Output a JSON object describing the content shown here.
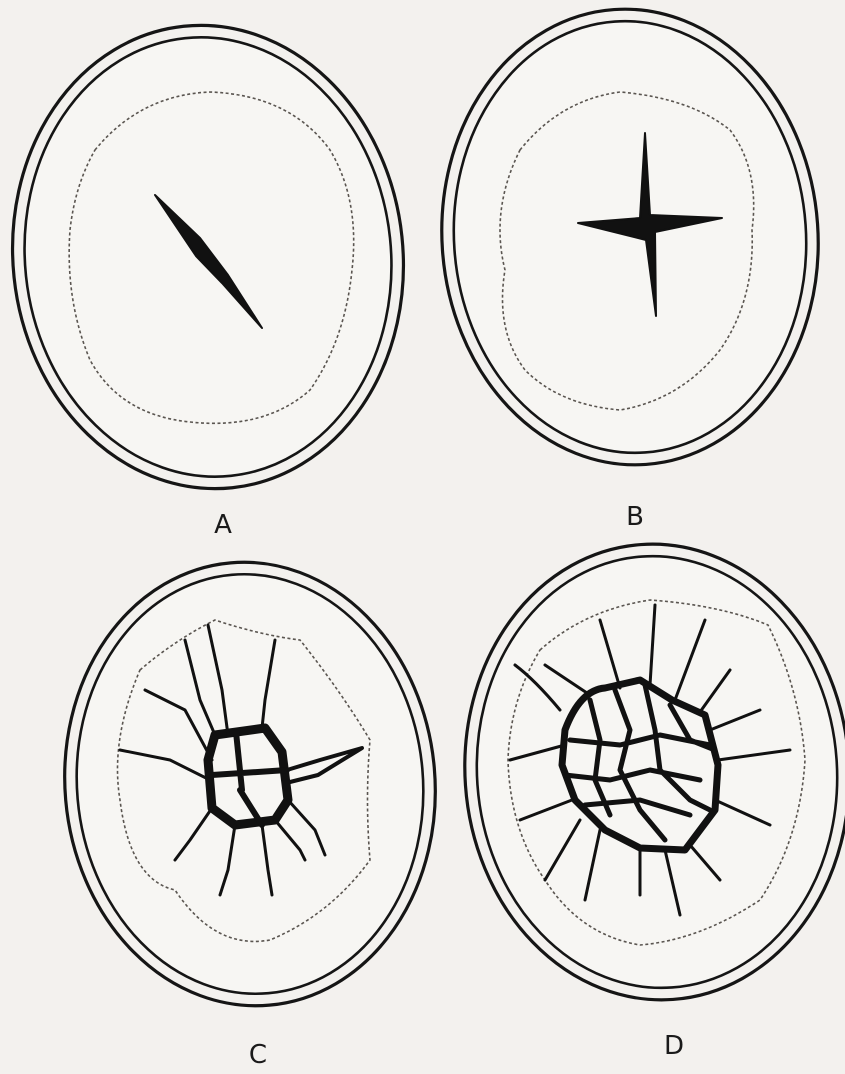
{
  "panels": [
    {
      "id": "A",
      "label": "A"
    },
    {
      "id": "B",
      "label": "B"
    },
    {
      "id": "C",
      "label": "C"
    },
    {
      "id": "D",
      "label": "D"
    }
  ],
  "colors": {
    "ink": "#111111",
    "paper": "#f3f1ee",
    "pith_outline": "#5a5550"
  }
}
